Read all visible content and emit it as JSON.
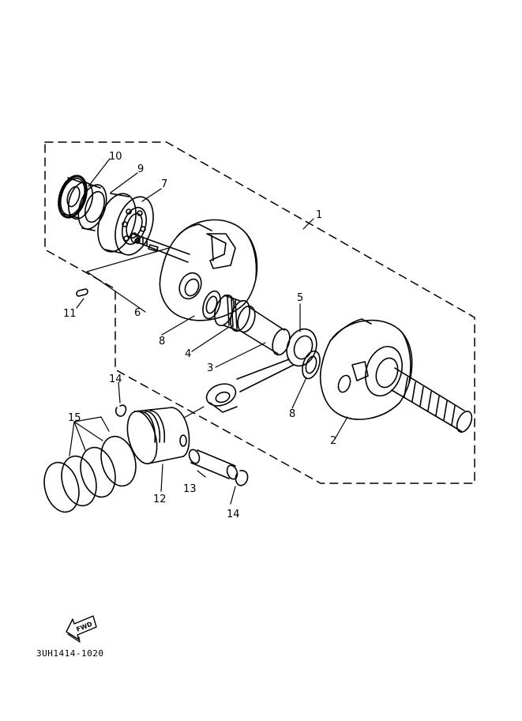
{
  "diagram": {
    "callouts": {
      "c1": "1",
      "c2": "2",
      "c3": "3",
      "c4": "4",
      "c5": "5",
      "c6": "6",
      "c7": "7",
      "c8a": "8",
      "c8b": "8",
      "c9": "9",
      "c10": "10",
      "c11": "11",
      "c12": "12",
      "c13": "13",
      "c14a": "14",
      "c14b": "14",
      "c15": "15"
    },
    "fwd_label": "FWD",
    "part_code": "3UH1414-1020"
  }
}
